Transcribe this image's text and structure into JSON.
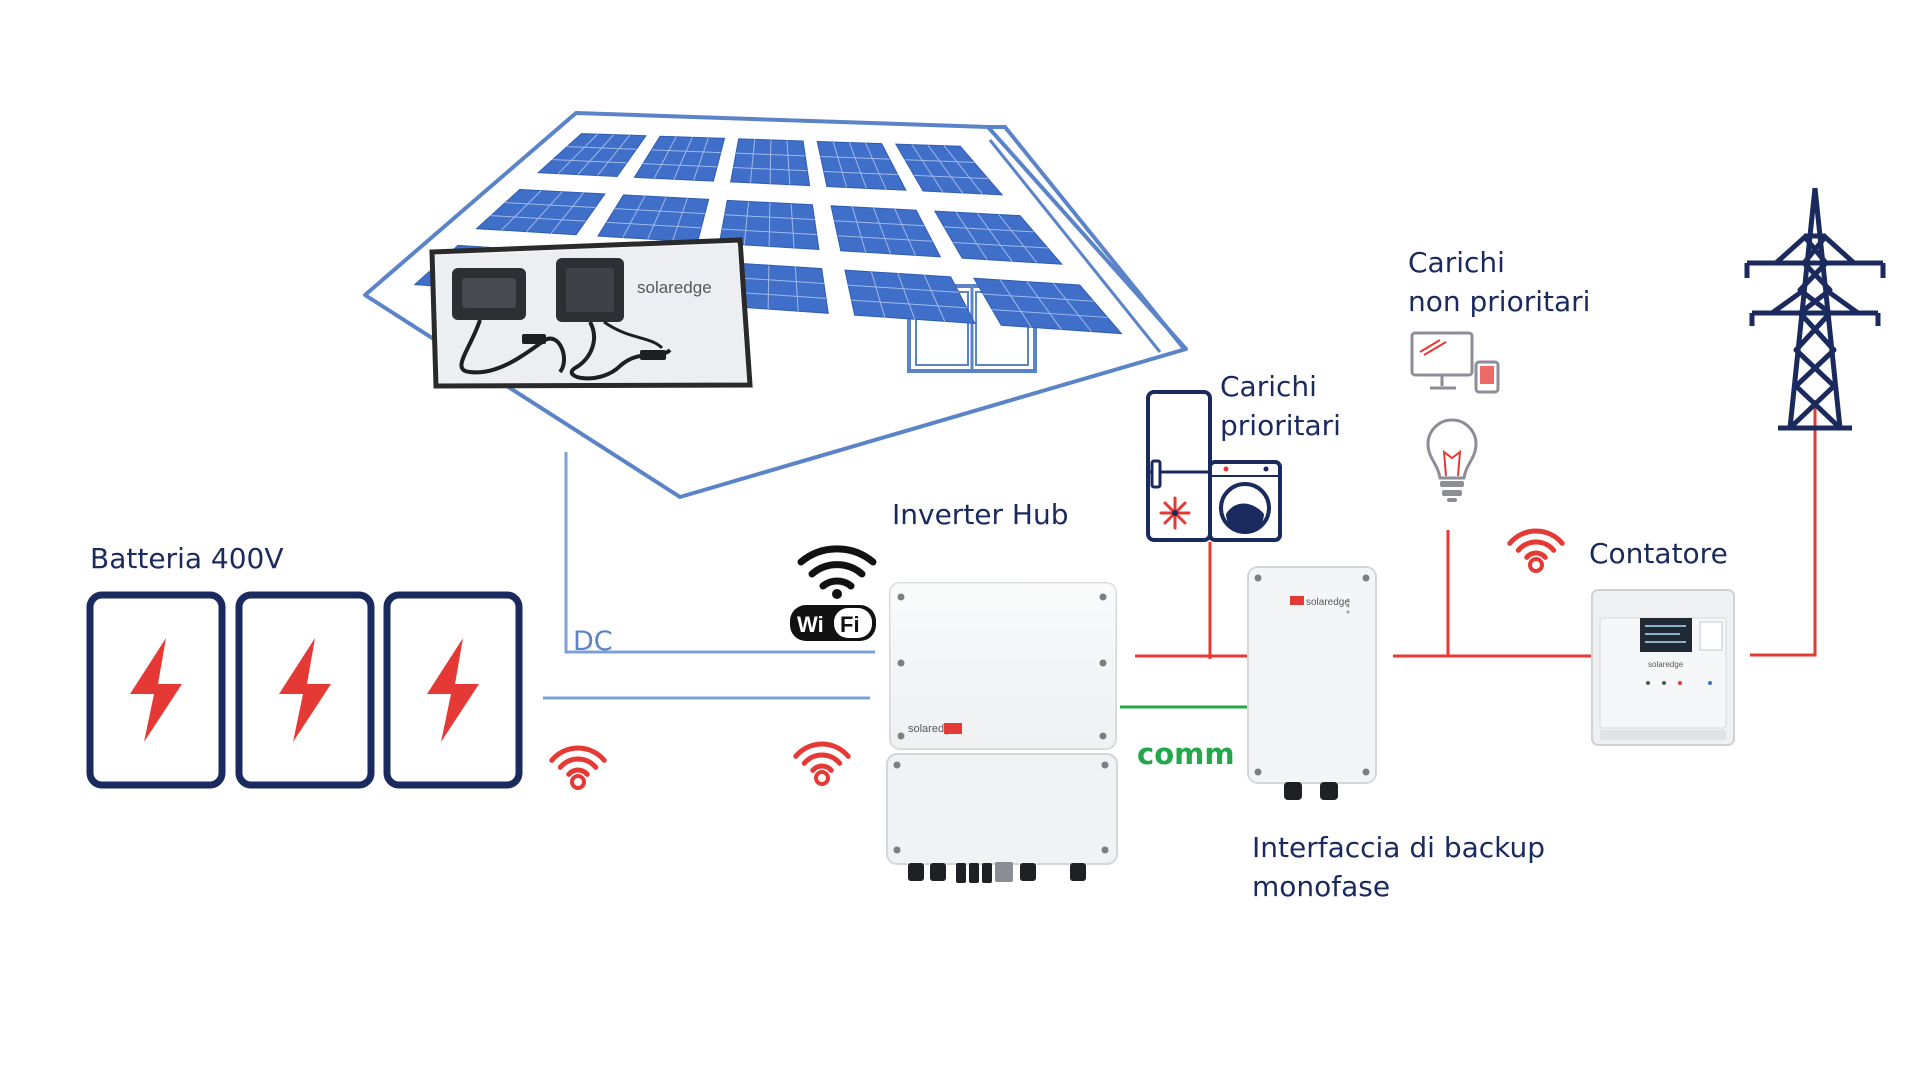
{
  "labels": {
    "battery": "Batteria 400V",
    "inverter": "Inverter Hub",
    "priority_loads_line1": "Carichi",
    "priority_loads_line2": "prioritari",
    "nonpriority_loads_line1": "Carichi",
    "nonpriority_loads_line2": "non prioritari",
    "meter": "Contatore",
    "backup_line1": "Interfaccia di backup",
    "backup_line2": "monofase",
    "dc": "DC",
    "comm": "comm",
    "wifi_badge_left": "Wi",
    "wifi_badge_right": "Fi"
  },
  "brand": {
    "optimizer_logo": "solaredge",
    "inverter_logo": "solaredge",
    "backup_logo": "solaredge",
    "meter_logo": "solaredge"
  },
  "colors": {
    "navy": "#1b2a5e",
    "roof_blue": "#5b84c8",
    "panel_blue": "#3f6fc9",
    "dc_line": "#7ea0d8",
    "ac_line": "#e53935",
    "comm_line": "#22a84a",
    "wireless": "#e53935",
    "bolt": "#e53935"
  },
  "icons": {
    "battery": "battery-bolt-icon",
    "wireless": "wireless-signal-icon",
    "wifi": "wifi-icon",
    "fridge": "fridge-icon",
    "washer": "washing-machine-icon",
    "monitor": "monitor-icon",
    "bulb": "light-bulb-icon",
    "pylon": "power-pylon-icon"
  }
}
